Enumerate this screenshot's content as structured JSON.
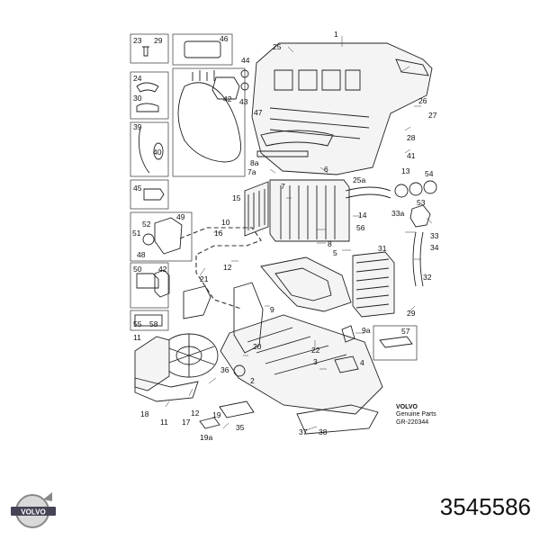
{
  "callouts": {
    "c1": "1",
    "c2": "2",
    "c3": "3",
    "c4": "4",
    "c5": "5",
    "c6": "6",
    "c7": "7",
    "c7a": "7a",
    "c8": "8",
    "c8a": "8a",
    "c9": "9",
    "c9a": "9a",
    "c10": "10",
    "c11": "11",
    "c12a": "12",
    "c12b": "12",
    "c13": "13",
    "c14": "14",
    "c15": "15",
    "c16": "16",
    "c17": "17",
    "c18": "18",
    "c19": "19",
    "c19a": "19a",
    "c20": "20",
    "c21": "21",
    "c22": "22",
    "c23": "23",
    "c24": "24",
    "c25": "25",
    "c25a": "25a",
    "c26": "26",
    "c27": "27",
    "c28": "28",
    "c29a": "29",
    "c29b": "29",
    "c30": "30",
    "c31": "31",
    "c32": "32",
    "c33": "33",
    "c33a": "33a",
    "c34": "34",
    "c35": "35",
    "c36": "36",
    "c37": "37",
    "c38": "38",
    "c39": "39",
    "c40": "40",
    "c41": "41",
    "c42a": "42",
    "c42b": "42",
    "c43": "43",
    "c44": "44",
    "c45": "45",
    "c46": "46",
    "c47": "47",
    "c48": "48",
    "c49": "49",
    "c50": "50",
    "c51": "51",
    "c52": "52",
    "c53": "53",
    "c54": "54",
    "c55": "55",
    "c56": "56",
    "c57": "57",
    "c58": "58"
  },
  "brand": {
    "name": "VOLVO",
    "genuine": "Genuine Parts",
    "ref": "GR-220344"
  },
  "logo_text": "VOLVO",
  "part_number": "3545586"
}
